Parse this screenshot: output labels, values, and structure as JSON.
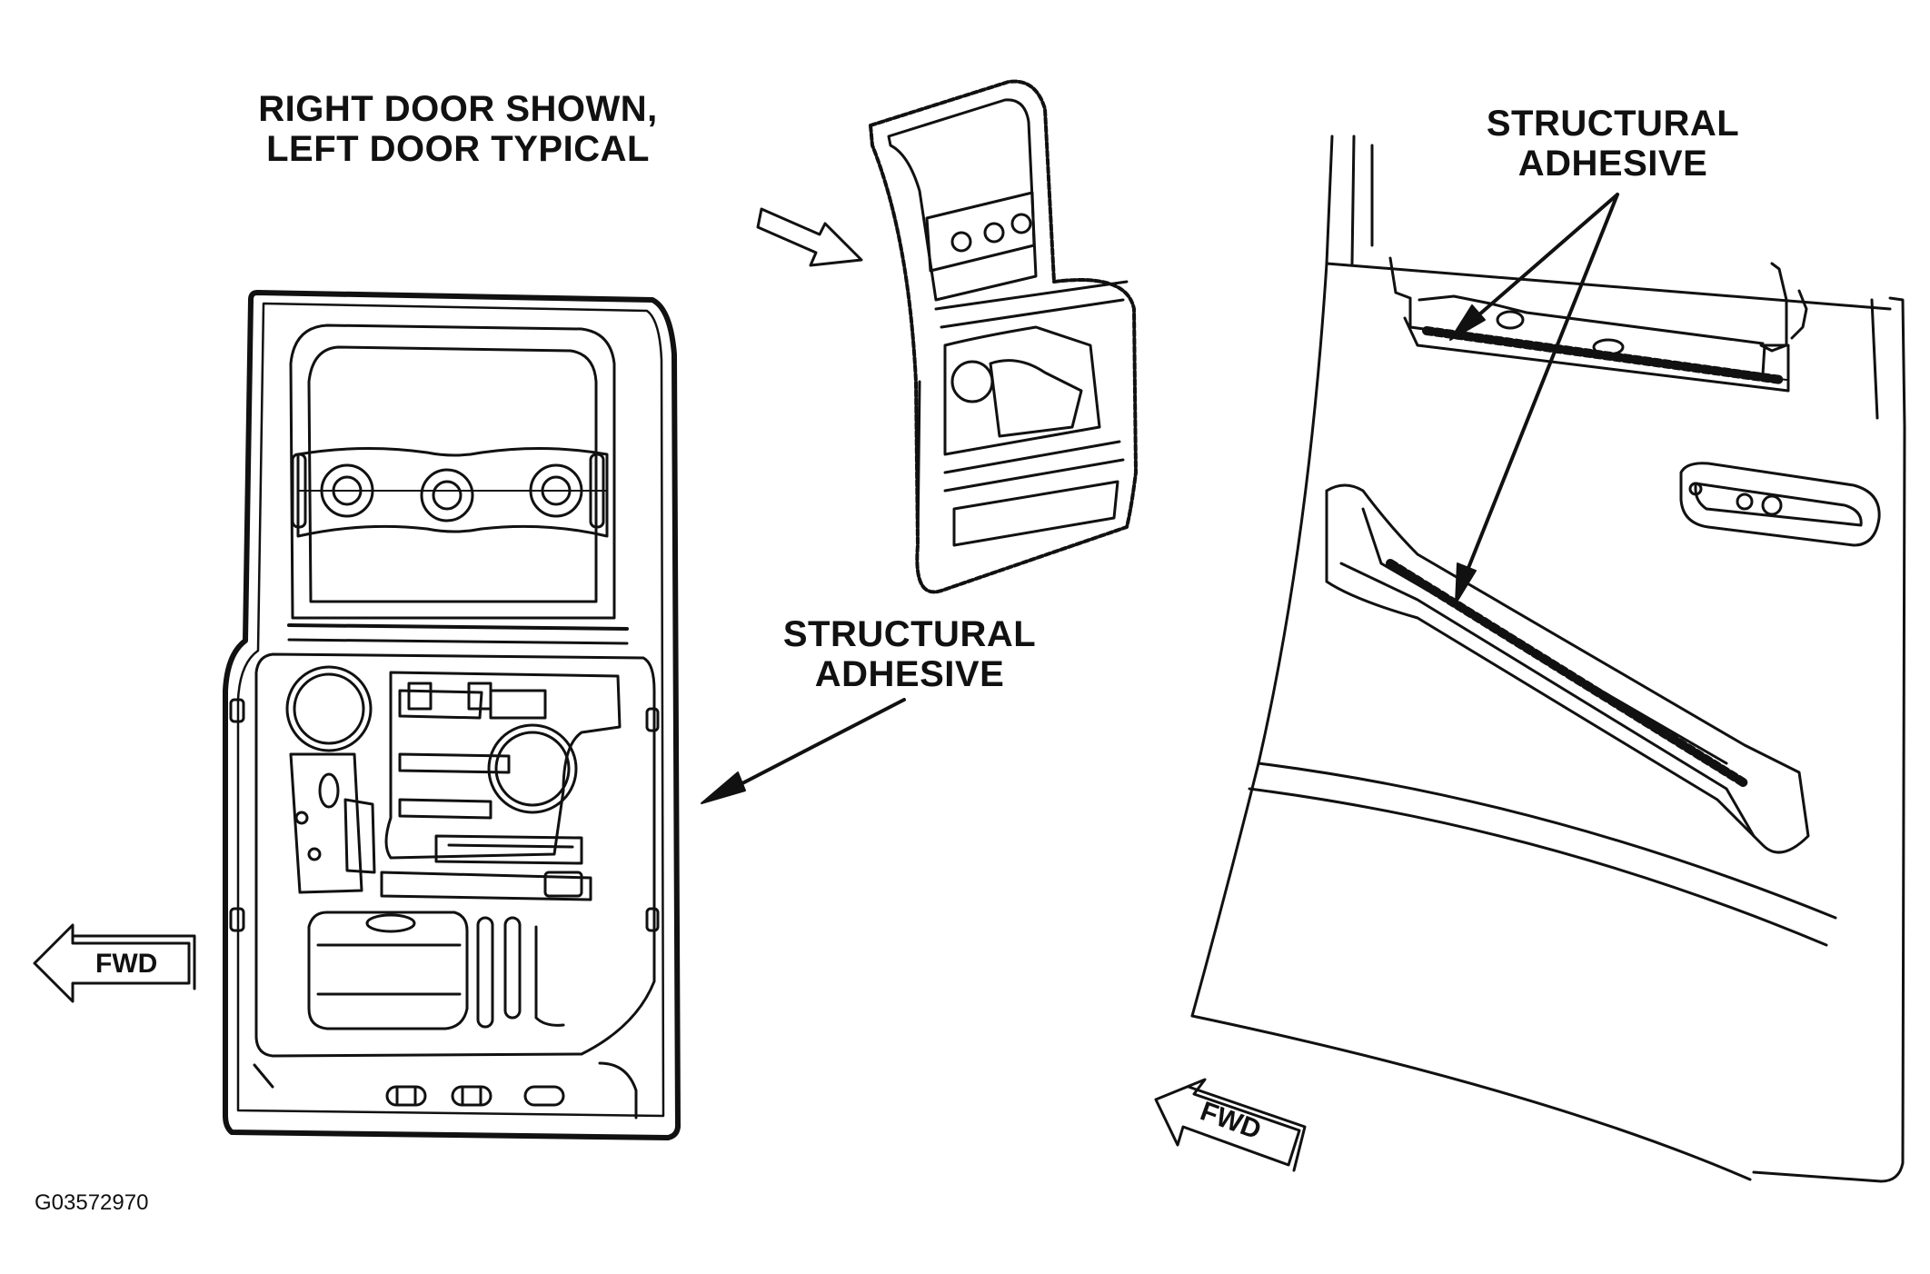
{
  "caption": {
    "line1": "RIGHT DOOR SHOWN,",
    "line2": "LEFT DOOR TYPICAL"
  },
  "callouts": {
    "adhesive_middle": {
      "line1": "STRUCTURAL",
      "line2": "ADHESIVE"
    },
    "adhesive_right": {
      "line1": "STRUCTURAL",
      "line2": "ADHESIVE"
    }
  },
  "direction": {
    "left_label": "FWD",
    "right_label": "FWD"
  },
  "figure_id": "G03572970",
  "colors": {
    "line": "#111111",
    "background": "#ffffff"
  }
}
